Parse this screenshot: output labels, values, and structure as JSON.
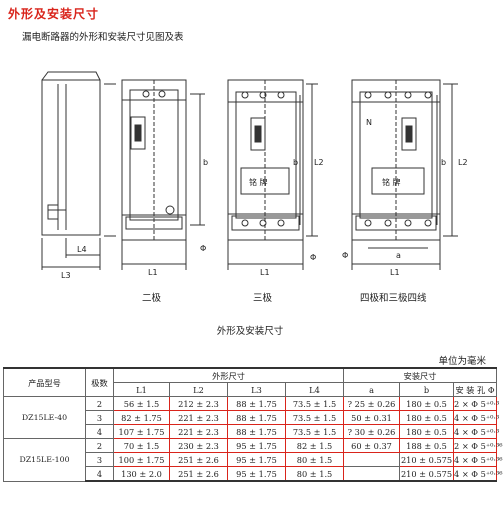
{
  "title": "外形及安装尺寸",
  "subtitle": "漏电断路器的外形和安装尺寸见图及表",
  "drawing_labels": {
    "L1": "L1",
    "L2": "L2",
    "L3": "L3",
    "L4": "L4",
    "a": "a",
    "b": "b",
    "phi": "Φ",
    "N": "N",
    "nameplate": "铭 牌"
  },
  "captions": [
    "二极",
    "三极",
    "四极和三极四线"
  ],
  "table_title": "外形及安装尺寸",
  "unit_note": "单位为毫米",
  "table": {
    "h_model": "产品型号",
    "h_poles": "极数",
    "h_outline": "外形尺寸",
    "h_mount": "安装尺寸",
    "sub": [
      "L1",
      "L2",
      "L3",
      "L4",
      "a",
      "b",
      "安 装 孔 Φ"
    ],
    "groups": [
      {
        "model": "DZ15LE-40",
        "rows": [
          [
            "2",
            "56 ± 1.5",
            "212 ± 2.3",
            "88 ± 1.75",
            "73.5 ± 1.5",
            "? 25 ± 0.26",
            "180 ± 0.5",
            "2 × Φ 5⁺⁰·³"
          ],
          [
            "3",
            "82 ± 1.75",
            "221 ± 2.3",
            "88 ± 1.75",
            "73.5 ± 1.5",
            "50 ± 0.31",
            "180 ± 0.5",
            "4 × Φ 5⁺⁰·³"
          ],
          [
            "4",
            "107 ± 1.75",
            "221 ± 2.3",
            "88 ± 1.75",
            "73.5 ± 1.5",
            "? 30 ± 0.26",
            "180 ± 0.5",
            "4 × Φ 5⁺⁰·³"
          ]
        ]
      },
      {
        "model": "DZ15LE-100",
        "rows": [
          [
            "2",
            "70 ± 1.5",
            "230 ± 2.3",
            "95 ± 1.75",
            "82 ± 1.5",
            "60 ± 0.37",
            "188 ± 0.5",
            "2 × Φ 5⁺⁰·³⁶"
          ],
          [
            "3",
            "100 ± 1.75",
            "251 ± 2.6",
            "95 ± 1.75",
            "80 ± 1.5",
            "",
            "210 ± 0.575",
            "4 × Φ 5⁺⁰·³⁶"
          ],
          [
            "4",
            "130 ± 2.0",
            "251 ± 2.6",
            "95 ± 1.75",
            "80 ± 1.5",
            "",
            "210 ± 0.575",
            "4 × Φ 5⁺⁰·³⁶"
          ]
        ]
      }
    ]
  }
}
